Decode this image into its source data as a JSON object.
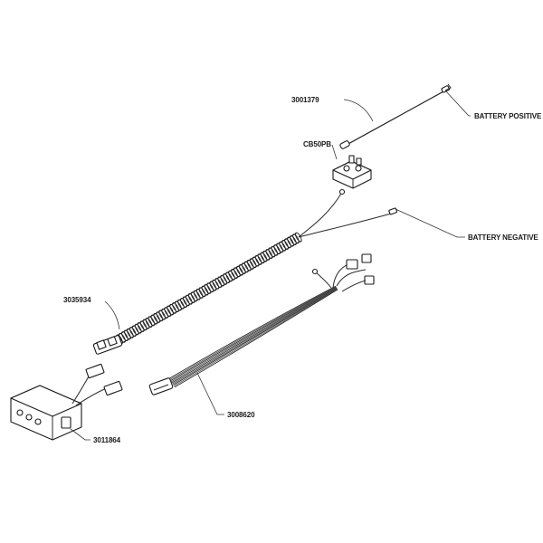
{
  "diagram": {
    "callouts": {
      "battery_positive_cable_number": "3001379",
      "battery_positive_label": "BATTERY POSITIVE",
      "circuit_breaker_number": "CB50PB",
      "battery_negative_label": "BATTERY NEGATIVE",
      "coiled_harness_number": "3035934",
      "ribbon_harness_number": "3008620",
      "control_box_number": "3011864"
    }
  }
}
